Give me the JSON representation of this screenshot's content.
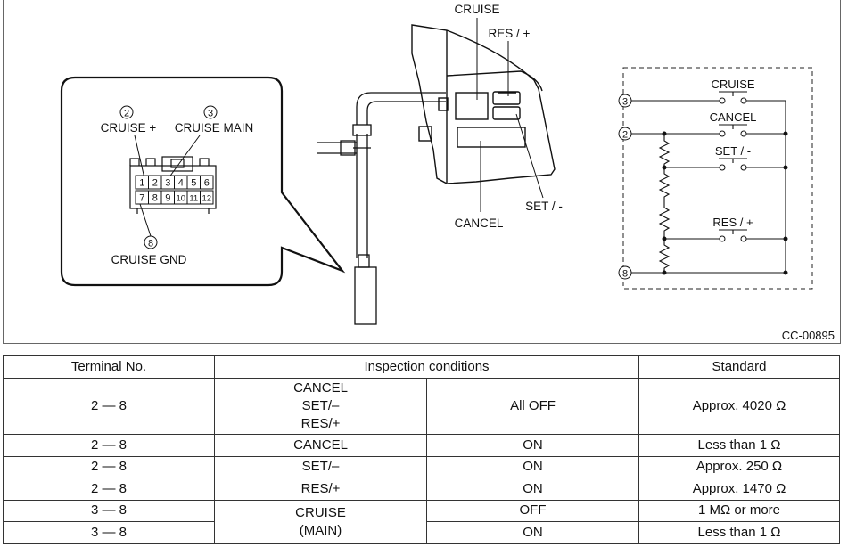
{
  "figure": {
    "id": "CC-00895",
    "connector": {
      "pin_numbers": [
        "1",
        "2",
        "3",
        "4",
        "5",
        "6",
        "7",
        "8",
        "9",
        "10",
        "11",
        "12"
      ],
      "callouts": [
        {
          "num": "2",
          "label": "CRUISE +"
        },
        {
          "num": "3",
          "label": "CRUISE MAIN"
        },
        {
          "num": "8",
          "label": "CRUISE GND"
        }
      ]
    },
    "switch_labels": {
      "cruise": "CRUISE",
      "res_plus": "RES / +",
      "set_minus": "SET / -",
      "cancel": "CANCEL"
    },
    "schematic": {
      "terminals": [
        "3",
        "2",
        "8"
      ],
      "switches": [
        "CRUISE",
        "CANCEL",
        "SET / -",
        "RES / +"
      ]
    }
  },
  "table": {
    "headers": [
      "Terminal No.",
      "Inspection conditions",
      "Standard"
    ],
    "rows": [
      {
        "terminal": "2 — 8",
        "condition": "CANCEL\nSET/–\nRES/+",
        "state": "All OFF",
        "standard": "Approx. 4020 Ω"
      },
      {
        "terminal": "2 — 8",
        "condition": "CANCEL",
        "state": "ON",
        "standard": "Less than 1 Ω"
      },
      {
        "terminal": "2 — 8",
        "condition": "SET/–",
        "state": "ON",
        "standard": "Approx. 250 Ω"
      },
      {
        "terminal": "2 — 8",
        "condition": "RES/+",
        "state": "ON",
        "standard": "Approx. 1470 Ω"
      },
      {
        "terminal": "3 — 8",
        "condition": "CRUISE\n(MAIN)",
        "state": "OFF",
        "standard": "1 MΩ or more"
      },
      {
        "terminal": "3 — 8",
        "condition": "",
        "state": "ON",
        "standard": "Less than 1 Ω"
      }
    ]
  }
}
